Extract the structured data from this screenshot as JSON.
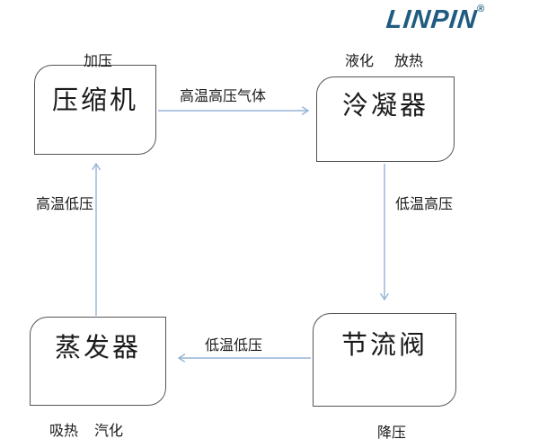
{
  "logo": {
    "text": "LINPIN",
    "registered": "®"
  },
  "colors": {
    "arrow": "#95b3d7",
    "box_border": "#555555",
    "logo": "#1f5c80",
    "text": "#1a1a1a"
  },
  "nodes": {
    "compressor": {
      "label": "压缩机",
      "top_note": "加压"
    },
    "condenser": {
      "label": "泠凝器",
      "top_note_left": "液化",
      "top_note_right": "放热"
    },
    "throttle": {
      "label": "节流阀",
      "bottom_note": "降压"
    },
    "evaporator": {
      "label": "蒸发器",
      "bottom_note_left": "吸热",
      "bottom_note_right": "汽化"
    }
  },
  "edges": {
    "compressor_to_condenser": {
      "label": "高温高压气体",
      "direction": "right"
    },
    "condenser_to_throttle": {
      "label": "低温高压",
      "direction": "down"
    },
    "throttle_to_evaporator": {
      "label": "低温低压",
      "direction": "left"
    },
    "evaporator_to_compressor": {
      "label": "高温低压",
      "direction": "up"
    }
  }
}
